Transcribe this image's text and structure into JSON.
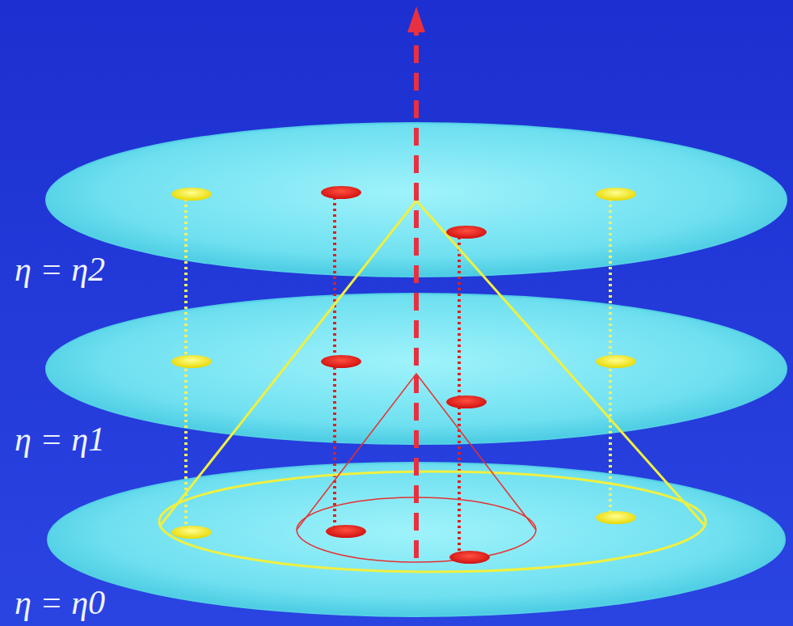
{
  "diagram": {
    "labels": [
      "η = η2",
      "η = η1",
      "η = η0"
    ]
  }
}
